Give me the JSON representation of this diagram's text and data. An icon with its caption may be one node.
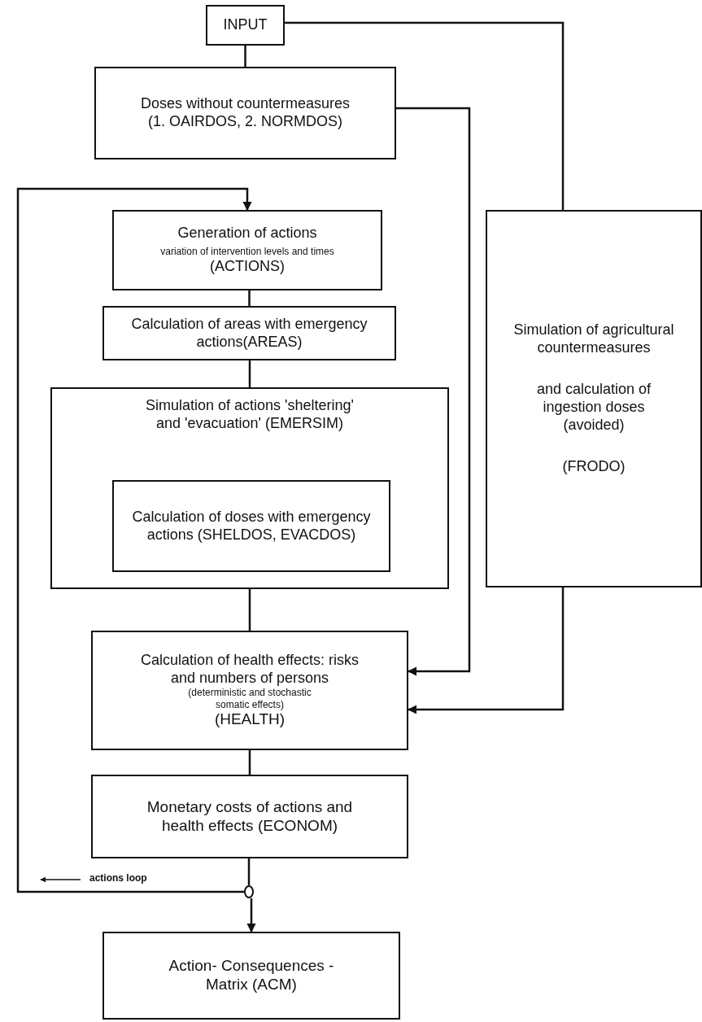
{
  "diagram": {
    "nodes": [
      {
        "text": [
          "INPUT"
        ]
      },
      {
        "text": [
          "Doses without countermeasures (1. OAIRDOS, 2. NORMDOS)"
        ]
      },
      {
        "text": [
          "Generation of actions",
          "variation of intervention levels and times",
          "(ACTIONS)"
        ]
      },
      {
        "text": [
          "Calculation of areas with emergency actions(AREAS)"
        ]
      },
      {
        "text": [
          "Simulation of actions 'sheltering' and 'evacuation' (EMERSIM)"
        ]
      },
      {
        "text": [
          "Calculation of doses with emergency actions (SHELDOS, EVACDOS)"
        ],
        "in": 4
      },
      {
        "text": [
          "Calculation of health effects: risks and numbers of persons",
          "(deterministic and stochastic somatic effects)",
          "(HEALTH)"
        ]
      },
      {
        "text": [
          "Monetary costs of actions and health effects (ECONOM)"
        ]
      },
      {
        "text": [
          "Action- Consequences - Matrix (ACM)"
        ]
      },
      {
        "text": [
          "Simulation of agricultural countermeasures",
          "and calculation of ingestion doses (avoided)",
          "(FRODO)"
        ]
      },
      {
        "text": [],
        "shape": "circle"
      }
    ],
    "edges": [
      {
        "from": 0,
        "to": 1,
        "arrow": "none"
      },
      {
        "from": 0,
        "to": 9,
        "arrow": "none"
      },
      {
        "from": 1,
        "to": 6,
        "arrow": "to"
      },
      {
        "from": 9,
        "to": 6,
        "arrow": "to"
      },
      {
        "from": 2,
        "to": 3,
        "arrow": "none"
      },
      {
        "from": 3,
        "to": 4,
        "arrow": "none"
      },
      {
        "from": 4,
        "to": 6,
        "arrow": "none"
      },
      {
        "from": 6,
        "to": 7,
        "arrow": "none"
      },
      {
        "from": 7,
        "to": 10,
        "arrow": "none"
      },
      {
        "from": 10,
        "to": 8,
        "arrow": "to"
      },
      {
        "from": 10,
        "to": 2,
        "arrow": "to",
        "label": "actions loop"
      }
    ]
  }
}
